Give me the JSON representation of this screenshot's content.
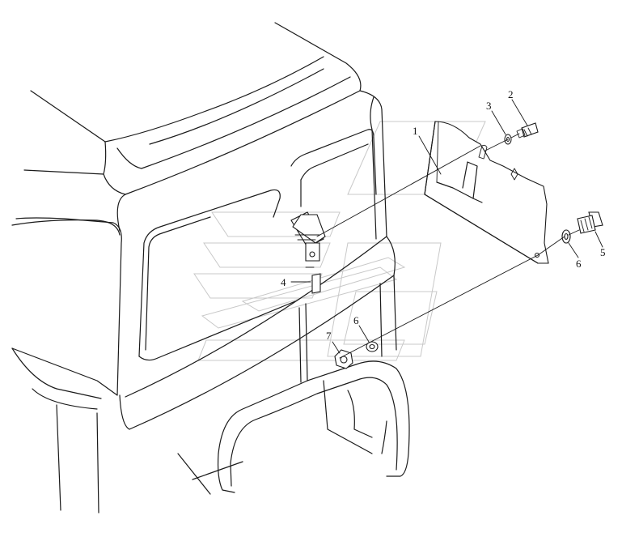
{
  "callouts": {
    "c1": "1",
    "c2": "2",
    "c3": "3",
    "c4": "4",
    "c5": "5",
    "c6a": "6",
    "c6b": "6",
    "c7": "7"
  }
}
